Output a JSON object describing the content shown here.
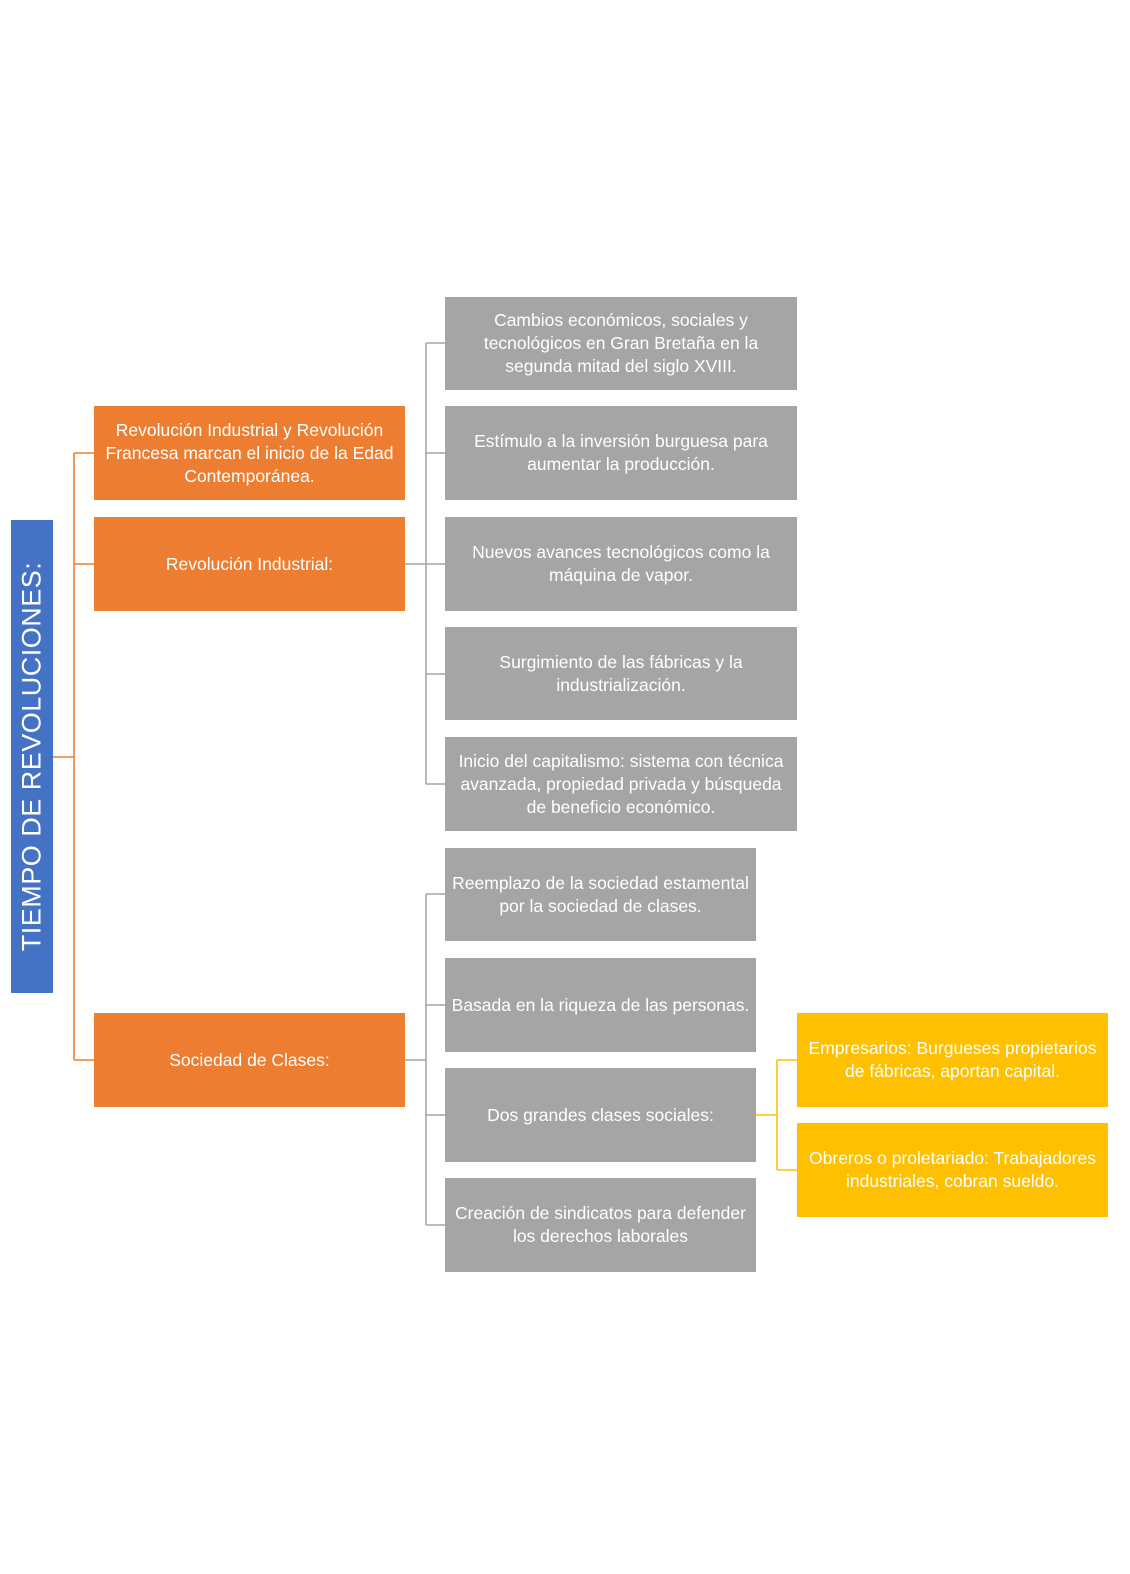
{
  "colors": {
    "root": "#4472C4",
    "level1": "#ED7D31",
    "level2": "#A5A5A5",
    "level3": "#FFC000"
  },
  "diagram": {
    "root": {
      "label": "TIEMPO DE REVOLUCIONES:"
    },
    "level1": [
      {
        "label": "Revolución Industrial y Revolución Francesa marcan el inicio de la Edad Contemporánea."
      },
      {
        "label": "Revolución Industrial:"
      },
      {
        "label": "Sociedad de Clases:"
      }
    ],
    "revolucion_industrial_children": [
      {
        "label": "Cambios económicos, sociales y tecnológicos en Gran Bretaña en la segunda mitad del siglo XVIII."
      },
      {
        "label": "Estímulo a la inversión burguesa para aumentar la producción."
      },
      {
        "label": "Nuevos avances tecnológicos como la máquina de vapor."
      },
      {
        "label": "Surgimiento de las fábricas y la industrialización."
      },
      {
        "label": "Inicio del capitalismo: sistema con técnica avanzada, propiedad privada y búsqueda de beneficio económico."
      }
    ],
    "sociedad_children": [
      {
        "label": "Reemplazo de la sociedad estamental por la sociedad de clases."
      },
      {
        "label": "Basada en la riqueza de las personas."
      },
      {
        "label": "Dos grandes clases sociales:"
      },
      {
        "label": "Creación de sindicatos para defender los derechos laborales"
      }
    ],
    "clases_children": [
      {
        "label": "Empresarios: Burgueses propietarios de fábricas, aportan capital."
      },
      {
        "label": "Obreros o proletariado: Trabajadores industriales, cobran sueldo."
      }
    ]
  }
}
